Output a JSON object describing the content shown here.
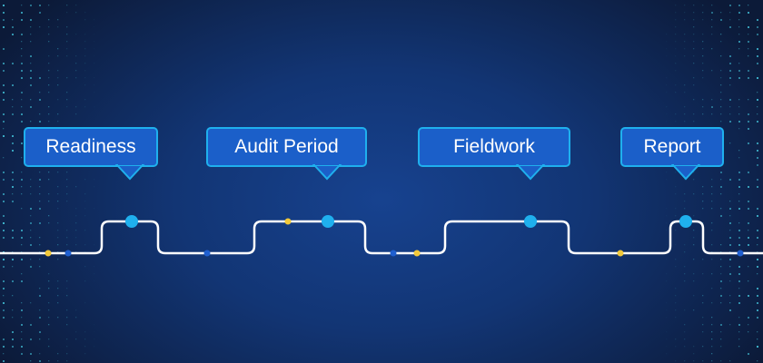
{
  "phases": [
    {
      "label": "Readiness"
    },
    {
      "label": "Audit Period"
    },
    {
      "label": "Fieldwork"
    },
    {
      "label": "Report"
    }
  ],
  "colors": {
    "accent": "#1fb0ee",
    "box": "#1b5fc9",
    "yellow": "#f2c93a",
    "blue": "#1f5fd0",
    "line": "#ffffff"
  }
}
